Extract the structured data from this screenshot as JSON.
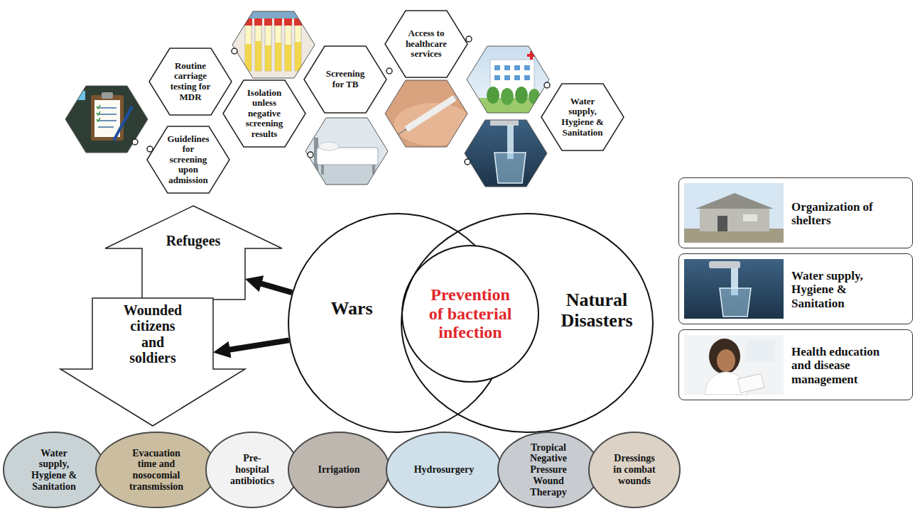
{
  "diagram": {
    "nodes": [
      {
        "text": [
          "Routine carriage testing for MDR"
        ]
      },
      {
        "text": [
          "Guidelines for screening upon admission"
        ]
      },
      {
        "text": [
          "Isolation unless negative screening results"
        ]
      },
      {
        "text": [
          "Screening for TB"
        ]
      },
      {
        "text": [
          "Access to healthcare services"
        ]
      },
      {
        "text": [
          "Water supply, Hygiene & Sanitation"
        ]
      },
      {
        "text": [
          "Refugees"
        ]
      },
      {
        "text": [
          "Wounded citizens and soldiers"
        ]
      },
      {
        "text": [
          "Wars"
        ]
      },
      {
        "text": [
          "Prevention of bacterial infection"
        ]
      },
      {
        "text": [
          "Natural Disasters"
        ]
      },
      {
        "text": [
          "Organization of shelters"
        ]
      },
      {
        "text": [
          "Water supply, Hygiene & Sanitation"
        ]
      },
      {
        "text": [
          "Health education and disease management"
        ]
      },
      {
        "text": [
          "Water supply, Hygiene & Sanitation"
        ]
      },
      {
        "text": [
          "Evacuation time and nosocomial transmission"
        ]
      },
      {
        "text": [
          "Pre-hospital antibiotics"
        ]
      },
      {
        "text": [
          "Irrigation"
        ]
      },
      {
        "text": [
          "Hydrosurgery"
        ]
      },
      {
        "text": [
          "Tropical Negative Pressure Wound Therapy"
        ]
      },
      {
        "text": [
          "Dressings in combat wounds"
        ]
      }
    ],
    "edges": [
      {
        "from": 8,
        "to": 6,
        "arrow": "to"
      },
      {
        "from": 8,
        "to": 7,
        "arrow": "to"
      }
    ]
  }
}
